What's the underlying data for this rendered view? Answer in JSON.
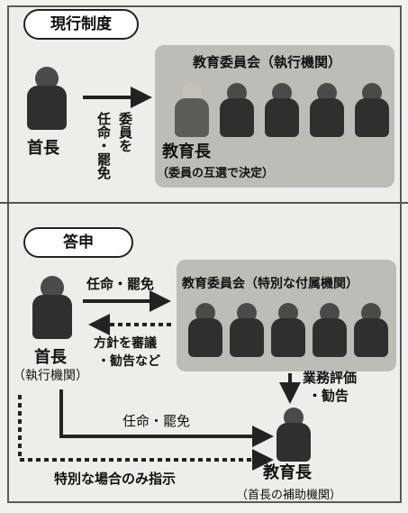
{
  "current": {
    "title": "現行制度",
    "board": "教育委員会（執行機関）",
    "mayor": "首長",
    "appointment_v1": "委員を",
    "appointment_v2": "任命・罷免",
    "superintendent": "教育長",
    "superintendent_note": "（委員の互選で決定）"
  },
  "report": {
    "title": "答申",
    "board": "教育委員会（特別な付属機関）",
    "mayor": "首長",
    "mayor_role": "（執行機関）",
    "appoint_dismiss": "任命・罷免",
    "policy_1": "方針を審議",
    "policy_2": "・勧告など",
    "eval_1": "業務評価",
    "eval_2": "・勧告",
    "appoint_dismiss_2": "任命・罷免",
    "special_only": "特別な場合のみ指示",
    "superintendent": "教育長",
    "superintendent_role": "（首長の補助機関）"
  },
  "colors": {
    "panel": "#bdbdb8",
    "arrow": "#222222",
    "frame": "#5a5a5a"
  }
}
